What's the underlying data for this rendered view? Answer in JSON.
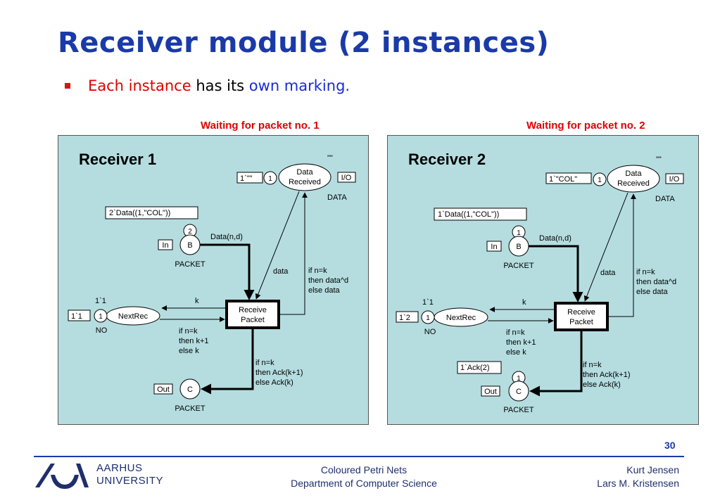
{
  "slide": {
    "title": "Receiver module (2 instances)",
    "bullet": {
      "part1": "Each instance",
      "part2": " has its ",
      "part3": "own marking",
      "part4": "."
    },
    "page_number": "30"
  },
  "panels": [
    {
      "caption": "Waiting for packet no. 1",
      "heading": "Receiver 1",
      "data_received": {
        "label1": "Data",
        "label2": "Received",
        "initial": "\"\"",
        "tokens": "1",
        "marking": "1`\"\"",
        "port": "I/O",
        "type": "DATA"
      },
      "place_b": {
        "label": "B",
        "tokens": "2",
        "marking": "2`Data((1,\"COL\"))",
        "port": "In",
        "type": "PACKET"
      },
      "nextrec": {
        "label": "NextRec",
        "initial": "1`1",
        "tokens": "1",
        "marking": "1`1",
        "type": "NO"
      },
      "place_c": {
        "label": "C",
        "tokens": "",
        "marking": "",
        "port": "Out",
        "type": "PACKET"
      },
      "transition": {
        "label1": "Receive",
        "label2": "Packet"
      },
      "arcs": {
        "b_to_t": "Data(n,d)",
        "dr_to_t": "data",
        "t_to_dr": [
          "if n=k",
          "then data^d",
          "else data"
        ],
        "nr_to_t": "k",
        "t_to_nr": [
          "if n=k",
          "then k+1",
          "else k"
        ],
        "t_to_c": [
          "if n=k",
          "then Ack(k+1)",
          "else Ack(k)"
        ]
      }
    },
    {
      "caption": "Waiting for packet no. 2",
      "heading": "Receiver 2",
      "data_received": {
        "label1": "Data",
        "label2": "Received",
        "initial": "\"\"",
        "tokens": "1",
        "marking": "1`\"COL\"",
        "port": "I/O",
        "type": "DATA"
      },
      "place_b": {
        "label": "B",
        "tokens": "1",
        "marking": "1`Data((1,\"COL\"))",
        "port": "In",
        "type": "PACKET"
      },
      "nextrec": {
        "label": "NextRec",
        "initial": "1`1",
        "tokens": "1",
        "marking": "1`2",
        "type": "NO"
      },
      "place_c": {
        "label": "C",
        "tokens": "1",
        "marking": "1`Ack(2)",
        "port": "Out",
        "type": "PACKET"
      },
      "transition": {
        "label1": "Receive",
        "label2": "Packet"
      },
      "arcs": {
        "b_to_t": "Data(n,d)",
        "dr_to_t": "data",
        "t_to_dr": [
          "if n=k",
          "then data^d",
          "else data"
        ],
        "nr_to_t": "k",
        "t_to_nr": [
          "if n=k",
          "then k+1",
          "else k"
        ],
        "t_to_c": [
          "if n=k",
          "then Ack(k+1)",
          "else Ack(k)"
        ]
      }
    }
  ],
  "footer": {
    "university_line1": "AARHUS",
    "university_line2": "UNIVERSITY",
    "center_line1": "Coloured Petri Nets",
    "center_line2": "Department of Computer Science",
    "right_line1": "Kurt Jensen",
    "right_line2": "Lars M. Kristensen"
  },
  "colors": {
    "title": "#1a3aa8",
    "accent_red": "#e00000",
    "accent_blue": "#1a2ad8",
    "panel_bg": "#b5dde0",
    "footer_text": "#1e2f6b"
  }
}
